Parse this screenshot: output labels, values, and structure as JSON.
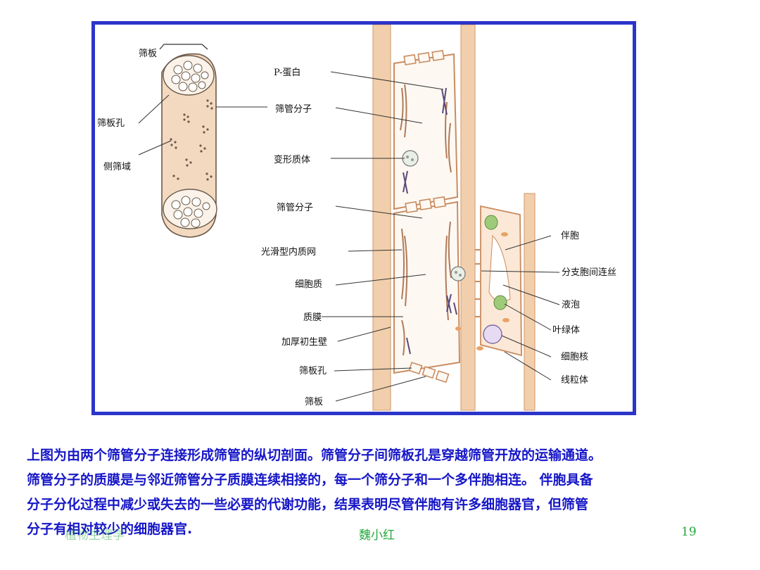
{
  "figure": {
    "left_labels": {
      "sieve_plate": "筛板",
      "sieve_pore": "筛板孔",
      "lateral_sieve_area": "侧筛域"
    },
    "middle_labels": {
      "p_protein": "P-蛋白",
      "sieve_element_1": "筛管分子",
      "plastid": "变形质体",
      "sieve_element_2": "筛管分子",
      "smooth_er": "光滑型内质网",
      "cytoplasm": "细胞质",
      "plasma_membrane": "质膜",
      "thick_wall": "加厚初生壁",
      "sieve_pore": "筛板孔",
      "sieve_plate": "筛板"
    },
    "right_labels": {
      "companion_cell": "伴胞",
      "branched_plasmodesmata": "分支胞间连丝",
      "vacuole": "液泡",
      "chloroplast": "叶绿体",
      "nucleus": "细胞核",
      "mitochondria": "线粒体"
    }
  },
  "caption": {
    "line1": "上图为由两个筛管分子连接形成筛管的纵切剖面。筛管分子间筛板孔是穿越筛管开放的运输通道。",
    "line2": "筛管分子的质膜是与邻近筛管分子质膜连续相接的，每一个筛分子和一个多伴胞相连。 伴胞具备",
    "line3": "分子分化过程中减少或失去的一些必要的代谢功能，结果表明尽管伴胞有许多细胞器官，但筛管",
    "line4": "分子有相对较少的细胞器官."
  },
  "footer": {
    "faded_left": "植物生理学",
    "author": "魏小红",
    "page_number": "19"
  },
  "colors": {
    "frame": "#2b35c9",
    "caption": "#1616c8",
    "footer": "#22a83a",
    "cell_wall": "#e7b88f",
    "cell_fill": "#f6e2cf"
  }
}
